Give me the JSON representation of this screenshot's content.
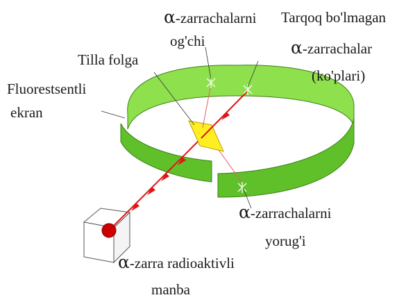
{
  "labels": {
    "scattered_top_line1_symbol": "α",
    "scattered_top_line1_text": "-zarrachalarni",
    "scattered_top_line2": "og'chi",
    "unscattered_line1": "Tarqoq bo'lmagan",
    "unscattered_line2_symbol": "α",
    "unscattered_line2_text": "-zarrachalar",
    "unscattered_line3": "(ko'plari)",
    "foil": "Tilla folga",
    "screen_line1": "Fluorestsentli",
    "screen_line2": "ekran",
    "scattered_bottom_line1_symbol": "α",
    "scattered_bottom_line1_text": "-zarrachalarni",
    "scattered_bottom_line2": "yorug'i",
    "source_line1_symbol": "α",
    "source_line1_text": "-zarra radioaktivli",
    "source_line2": "manba"
  },
  "colors": {
    "screen_front": "#5fc02a",
    "screen_back": "#8fe04d",
    "screen_outline": "#3c7f16",
    "foil": "#ffee22",
    "beam": "#e01515",
    "source_ball": "#cc0000",
    "flash": "#e8ffe0"
  }
}
